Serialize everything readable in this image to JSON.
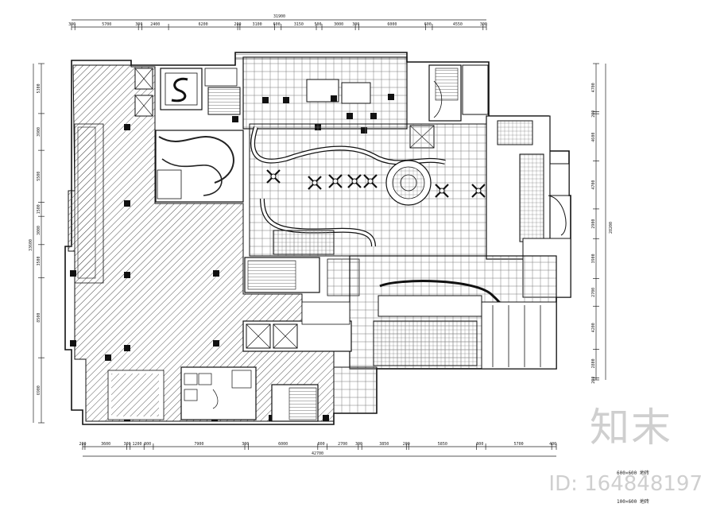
{
  "plan": {
    "top_total": "31900",
    "top_dims": [
      "300",
      "5700",
      "300",
      "2400",
      "6200",
      "200",
      "3100",
      "600",
      "3150",
      "500",
      "3000",
      "300",
      "6000",
      "600",
      "4550",
      "300"
    ],
    "bottom_total": "42700",
    "bottom_dims": [
      "200",
      "3600",
      "300",
      "1200",
      "800",
      "7900",
      "300",
      "6000",
      "800",
      "2700",
      "300",
      "3850",
      "200",
      "5850",
      "800",
      "5700",
      "400"
    ],
    "left_total": "33600",
    "left_dims": [
      "5300",
      "3900",
      "5500",
      "1500",
      "3000",
      "3500",
      "8500",
      "6900"
    ],
    "right_total": "28200",
    "right_dims": [
      "4700",
      "200",
      "4600",
      "4700",
      "2900",
      "3900",
      "2700",
      "4200",
      "2800",
      "200"
    ],
    "legend": [
      "600×600 地砖",
      "100×600 地砖"
    ]
  },
  "watermark": {
    "logo": "知末",
    "id": "ID: 164848197"
  },
  "colors": {
    "line": "#1a1a1a",
    "hatch": "#555555",
    "background": "#ffffff"
  }
}
